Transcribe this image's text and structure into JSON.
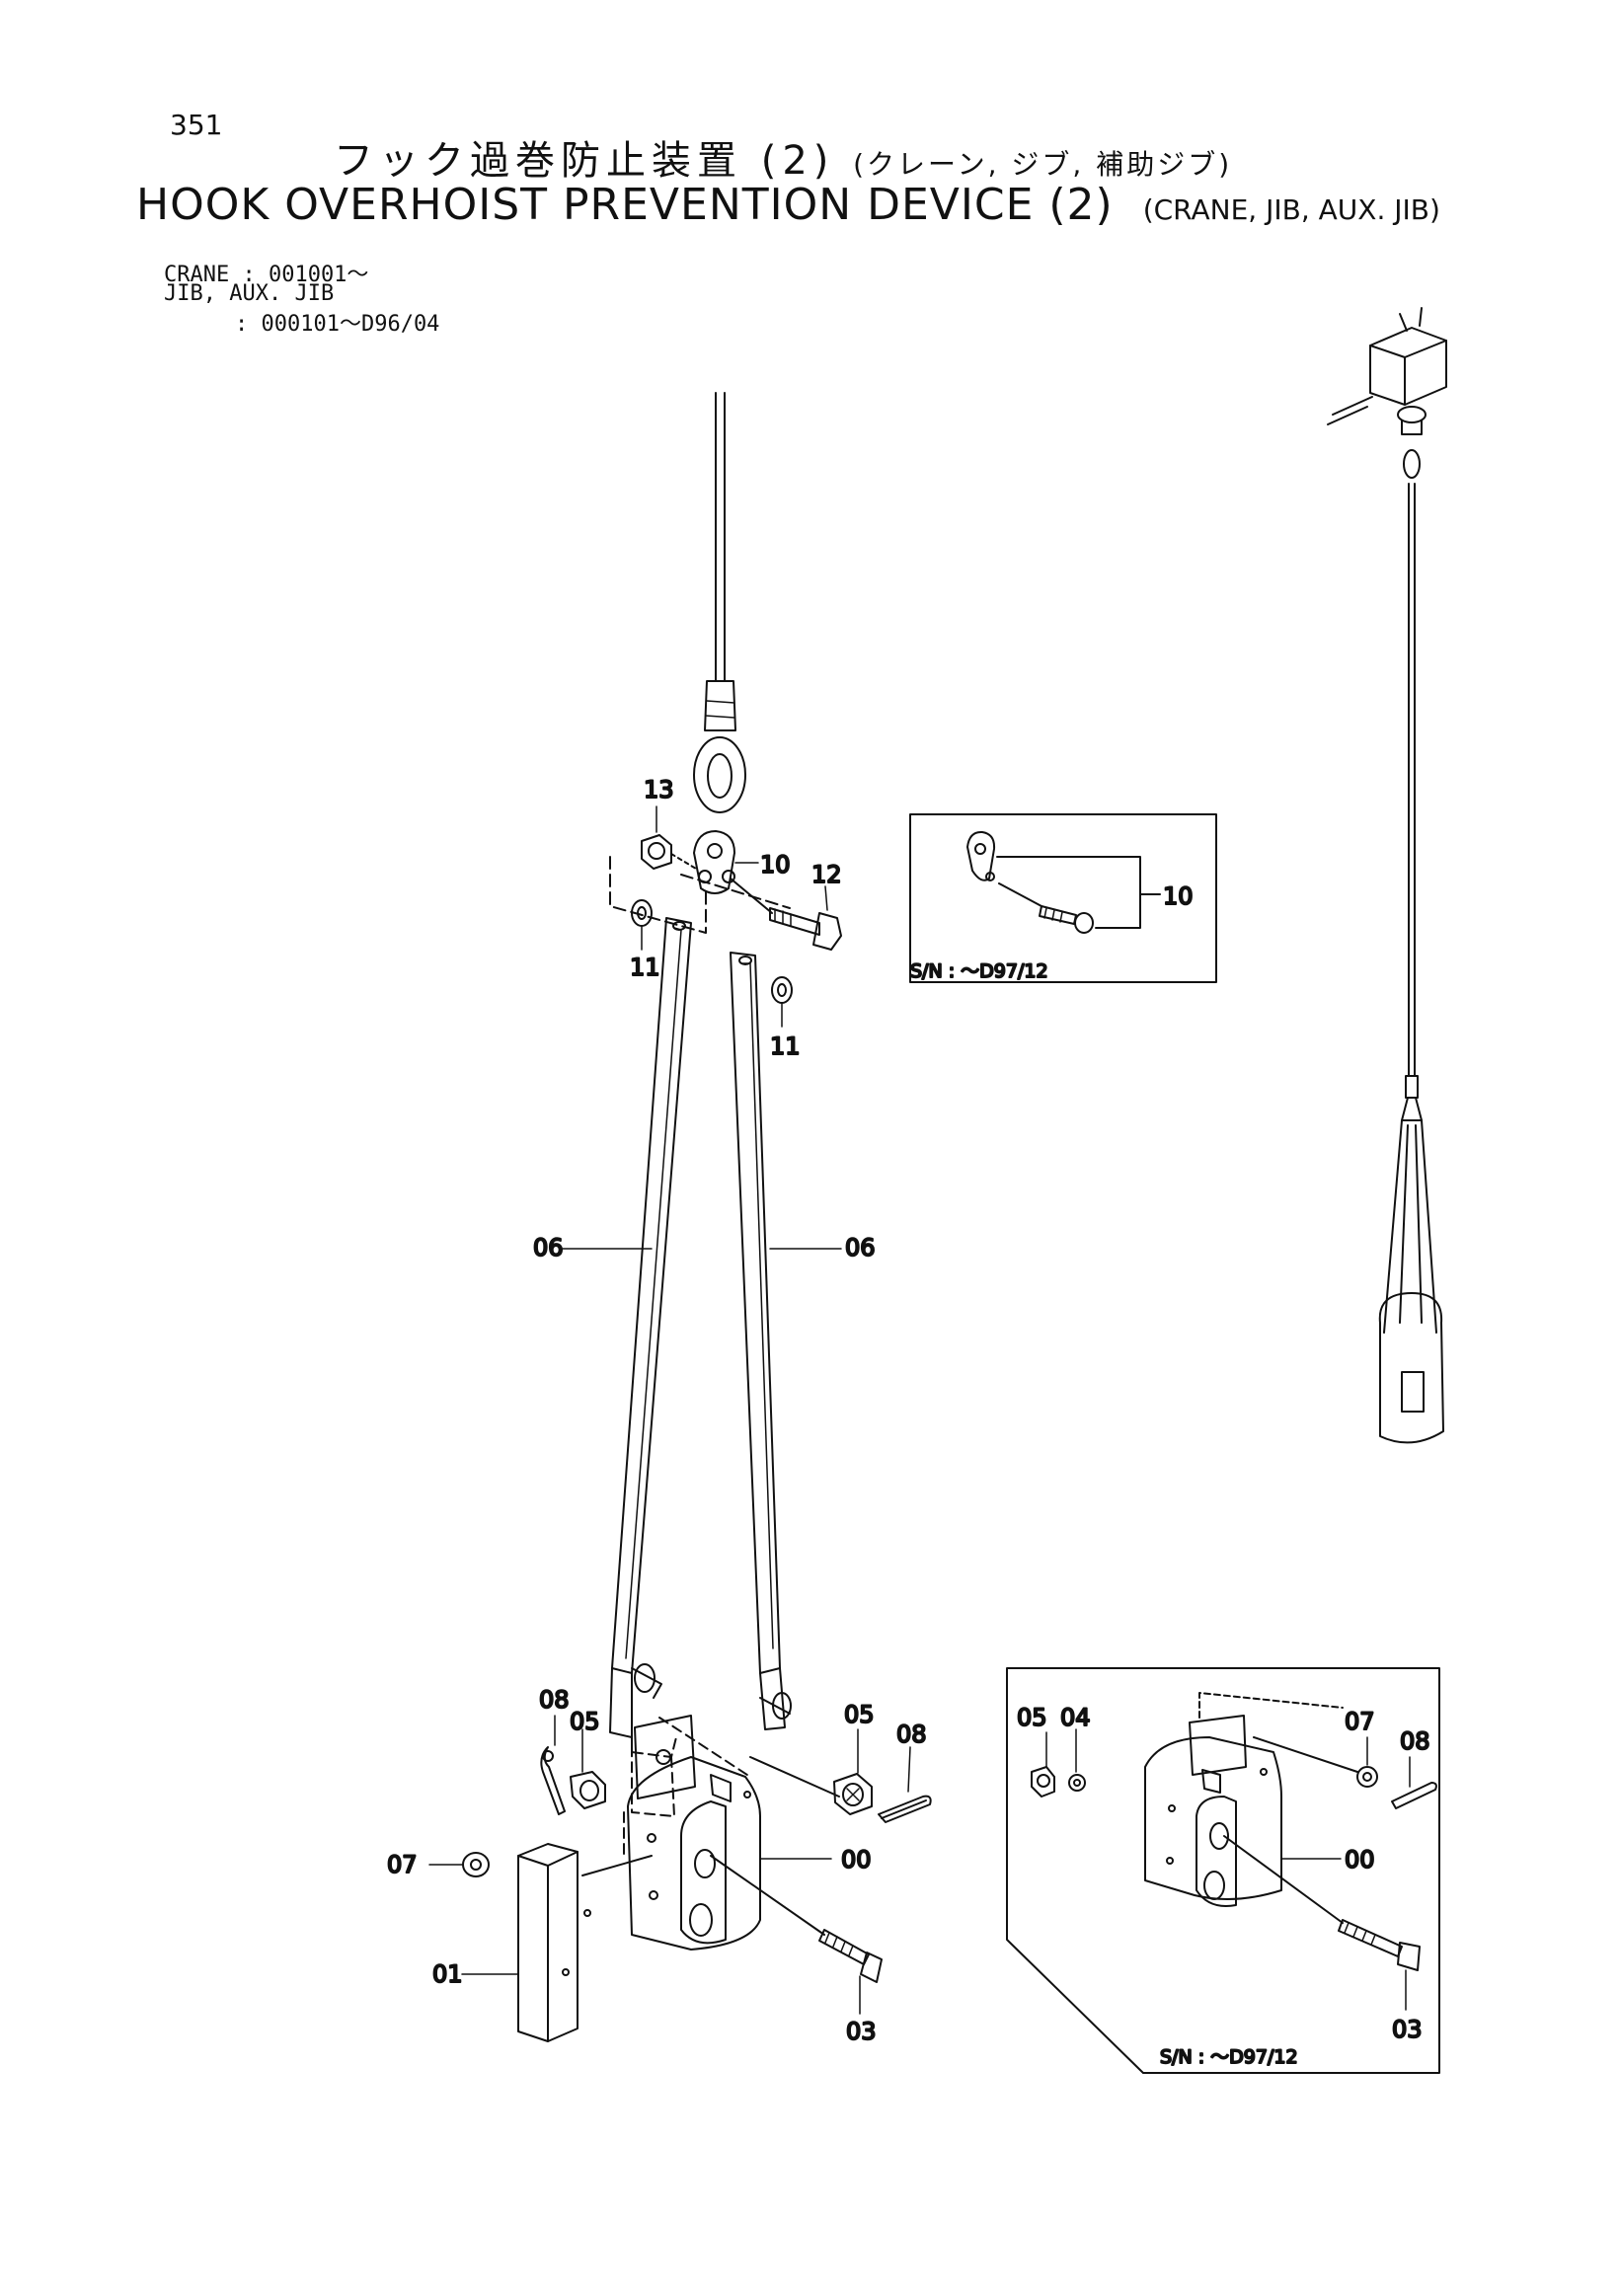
{
  "page": {
    "number": "351",
    "title_jp": "フック過巻防止装置 (2)",
    "title_jp_sub": "(クレーン, ジブ, 補助ジブ)",
    "title_en": "HOOK OVERHOIST PREVENTION DEVICE (2)",
    "title_en_sub": "(CRANE, JIB, AUX. JIB)"
  },
  "serials": {
    "line1": "CRANE : 001001～",
    "line2": "JIB,  AUX. JIB",
    "line3": ": 000101～D96/04"
  },
  "callouts": {
    "p13": "13",
    "p10": "10",
    "p12": "12",
    "p11a": "11",
    "p11b": "11",
    "p06a": "06",
    "p06b": "06",
    "p08a": "08",
    "p05a": "05",
    "p05b": "05",
    "p08b": "08",
    "p07": "07",
    "p00": "00",
    "p01": "01",
    "p03": "03"
  },
  "inset_top": {
    "part": "10",
    "sn": "S/N : ～D97/12"
  },
  "inset_bottom": {
    "p05": "05",
    "p04": "04",
    "p07": "07",
    "p08": "08",
    "p00": "00",
    "p03": "03",
    "sn": "S/N : ～D97/12"
  },
  "colors": {
    "ink": "#111111",
    "paper": "#ffffff"
  }
}
